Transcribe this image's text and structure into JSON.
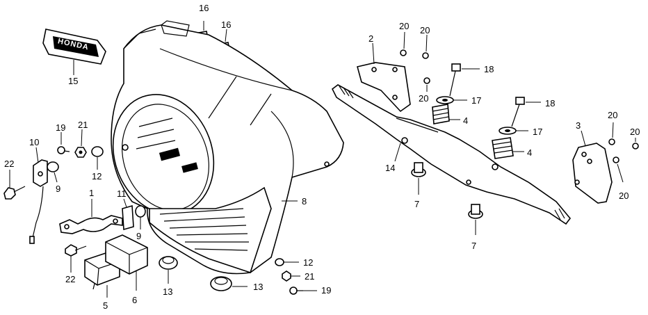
{
  "diagram": {
    "logo_text": "HONDA",
    "callouts": {
      "c16a": "16",
      "c16b": "16",
      "c15": "15",
      "c2": "2",
      "c20a": "20",
      "c20b": "20",
      "c20c": "20",
      "c18a": "18",
      "c17a": "17",
      "c4a": "4",
      "c18b": "18",
      "c17b": "17",
      "c4b": "4",
      "c14": "14",
      "c7a": "7",
      "c7b": "7",
      "c3": "3",
      "c20d": "20",
      "c20e": "20",
      "c20f": "20",
      "c19a": "19",
      "c21a": "21",
      "c10": "10",
      "c22a": "22",
      "c9a": "9",
      "c12a": "12",
      "c1": "1",
      "c11": "11",
      "c9b": "9",
      "c22b": "22",
      "c5": "5",
      "c6": "6",
      "c13a": "13",
      "c8": "8",
      "c12b": "12",
      "c21b": "21",
      "c13b": "13",
      "c19b": "19"
    }
  }
}
